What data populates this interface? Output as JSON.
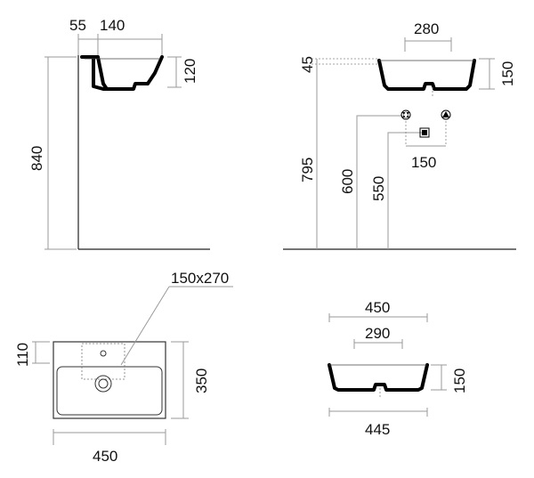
{
  "side_view": {
    "dim_wall_offset": "55",
    "dim_depth": "140",
    "dim_basin_height": "120",
    "dim_total_height": "840"
  },
  "front_view": {
    "dim_tap_spacing": "280",
    "dim_rim_offset": "45",
    "dim_basin_height": "150",
    "dim_rim_height": "795",
    "dim_supply_height": "600",
    "dim_waste_height": "550",
    "dim_supply_spacing": "150"
  },
  "top_view": {
    "dim_bowl": "150x270",
    "dim_tap_offset": "110",
    "dim_depth": "350",
    "dim_width": "450"
  },
  "section_view": {
    "dim_outer_width": "450",
    "dim_inner_width": "290",
    "dim_height": "150",
    "dim_base_width": "445"
  }
}
